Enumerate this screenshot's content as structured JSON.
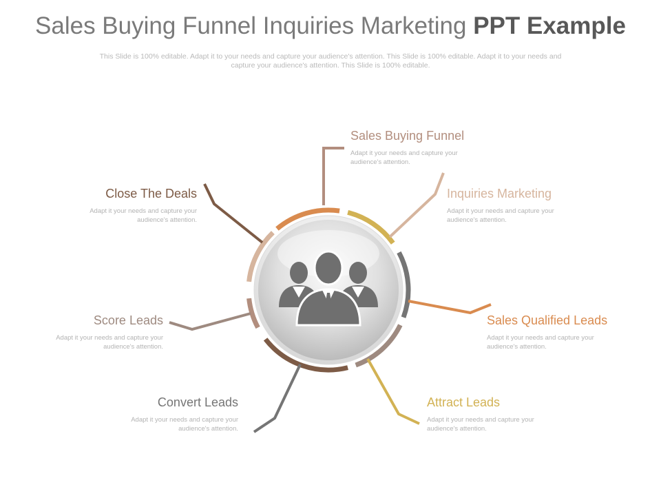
{
  "header": {
    "title_main": "Sales Buying Funnel Inquiries Marketing",
    "title_bold": "PPT Example",
    "subtitle": "This Slide is 100% editable. Adapt it to your needs and capture your audience's attention. This Slide is 100% editable. Adapt it to your needs and capture your audience's attention. This Slide is 100% editable."
  },
  "center": {
    "icon": "people-group-icon"
  },
  "segments": [
    {
      "title": "Sales Buying Funnel",
      "desc": "Adapt it your needs and capture your audience's attention.",
      "color": "#b28e7e"
    },
    {
      "title": "Inquiries Marketing",
      "desc": "Adapt it your needs and capture your audience's attention.",
      "color": "#d6b59e"
    },
    {
      "title": "Sales Qualified Leads",
      "desc": "Adapt it your needs and capture your audience's attention.",
      "color": "#d98b4f"
    },
    {
      "title": "Attract Leads",
      "desc": "Adapt it your needs and capture your audience's attention.",
      "color": "#d2b254"
    },
    {
      "title": "Convert Leads",
      "desc": "Adapt it your needs and capture your audience's attention.",
      "color": "#757575"
    },
    {
      "title": "Score Leads",
      "desc": "Adapt it your needs and capture your audience's attention.",
      "color": "#9e8a80"
    },
    {
      "title": "Close The Deals",
      "desc": "Adapt it your needs and capture your audience's attention.",
      "color": "#7d5b46"
    }
  ]
}
